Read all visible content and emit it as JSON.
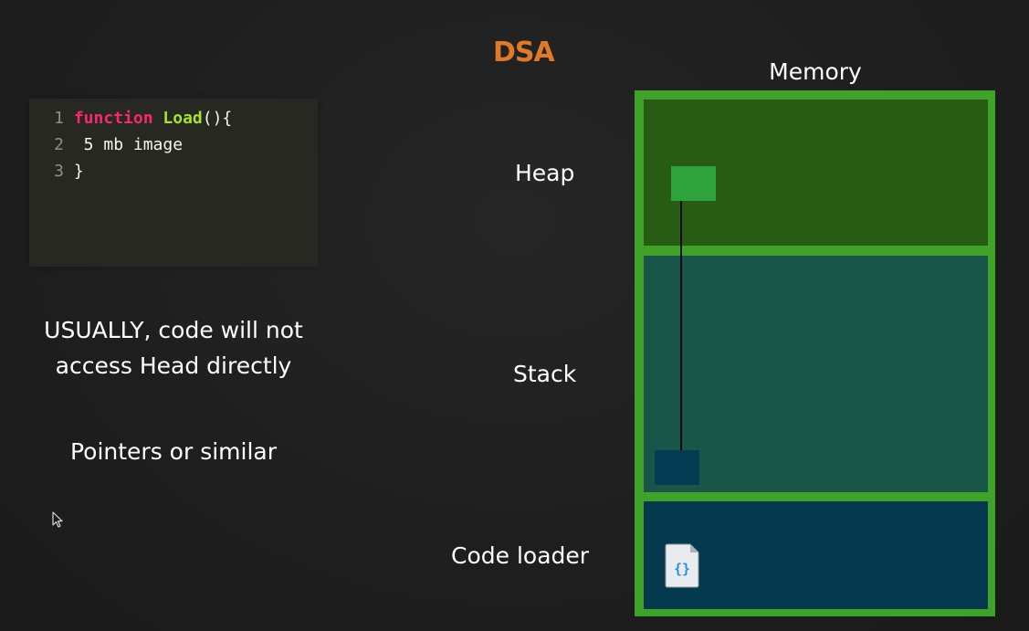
{
  "brand": "DSA",
  "code": {
    "lines": [
      {
        "num": "1",
        "keyword": "function",
        "name": "Load",
        "rest": "(){"
      },
      {
        "num": "2",
        "text": " 5 mb image"
      },
      {
        "num": "3",
        "text": "}"
      }
    ]
  },
  "notes": {
    "line1": "USUALLY, code will not",
    "line2": "access Head directly",
    "pointers": "Pointers or similar"
  },
  "labels": {
    "heap": "Heap",
    "stack": "Stack",
    "code_loader": "Code loader"
  },
  "memory": {
    "title": "Memory",
    "file_icon_text": "{}"
  },
  "colors": {
    "brand": "#e07a2a",
    "memory_border": "#3fa329",
    "heap": "#285c14",
    "stack": "#1a5549",
    "code_loader": "#053a4e",
    "heap_object": "#2ea33b",
    "stack_reference": "#043a52"
  },
  "icons": [
    "cursor-icon",
    "json-file-icon"
  ]
}
